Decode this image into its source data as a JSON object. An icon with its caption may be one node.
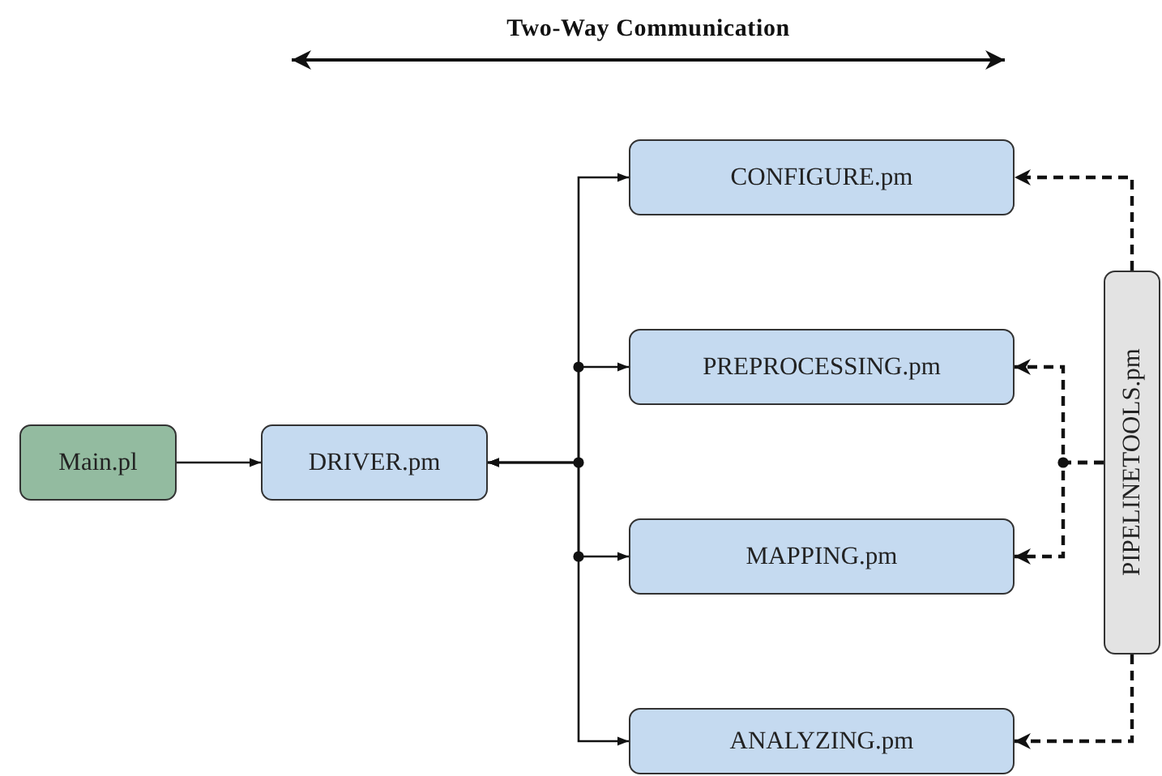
{
  "diagram": {
    "title": "Two-Way Communication",
    "nodes": [
      {
        "text": [
          "Main.pl"
        ]
      },
      {
        "text": [
          "DRIVER.pm"
        ]
      },
      {
        "text": [
          "CONFIGURE.pm"
        ]
      },
      {
        "text": [
          "PREPROCESSING.pm"
        ]
      },
      {
        "text": [
          "MAPPING.pm"
        ]
      },
      {
        "text": [
          "ANALYZING.pm"
        ]
      },
      {
        "text": [
          "PIPELINETOOLS.pm"
        ]
      }
    ],
    "edges": [
      {
        "from": 0,
        "to": 1,
        "arrow": "to"
      },
      {
        "from": 1,
        "to": 2,
        "arrow": "both"
      },
      {
        "from": 1,
        "to": 3,
        "arrow": "both"
      },
      {
        "from": 1,
        "to": 4,
        "arrow": "both"
      },
      {
        "from": 1,
        "to": 5,
        "arrow": "both"
      },
      {
        "from": 6,
        "to": 2,
        "arrow": "to",
        "style": "dashed"
      },
      {
        "from": 6,
        "to": 3,
        "arrow": "to",
        "style": "dashed"
      },
      {
        "from": 6,
        "to": 4,
        "arrow": "to",
        "style": "dashed"
      },
      {
        "from": 6,
        "to": 5,
        "arrow": "to",
        "style": "dashed"
      }
    ]
  }
}
